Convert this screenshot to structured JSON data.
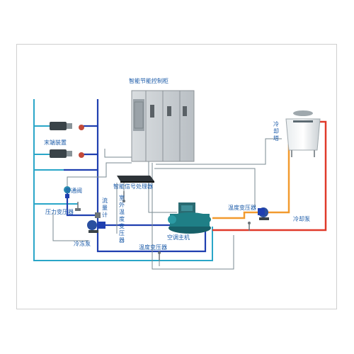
{
  "labels": {
    "cabinet": "智能节能控制柜",
    "cooling_tower": "冷却塔",
    "terminal": "末端装置",
    "bypass_valve": "旁通阀",
    "pressure_transmitter": "压力变压器",
    "flow_meter": "流量计",
    "signal_processor": "智能信号处理器",
    "outdoor_temp": "室外温度变压器",
    "chiller": "空调主机",
    "temp_transmitter_right": "温度变压器",
    "temp_transmitter_bottom": "温度变压器",
    "chilled_pump": "冷冻泵",
    "cooling_pump": "冷却泵"
  },
  "colors": {
    "chilled_supply": "#1f3fb0",
    "chilled_return": "#2aa6c8",
    "cooling_hot": "#e03a2a",
    "cooling_cold": "#f29a2e",
    "signal": "#7a8a90",
    "label": "#1a5aa8"
  }
}
